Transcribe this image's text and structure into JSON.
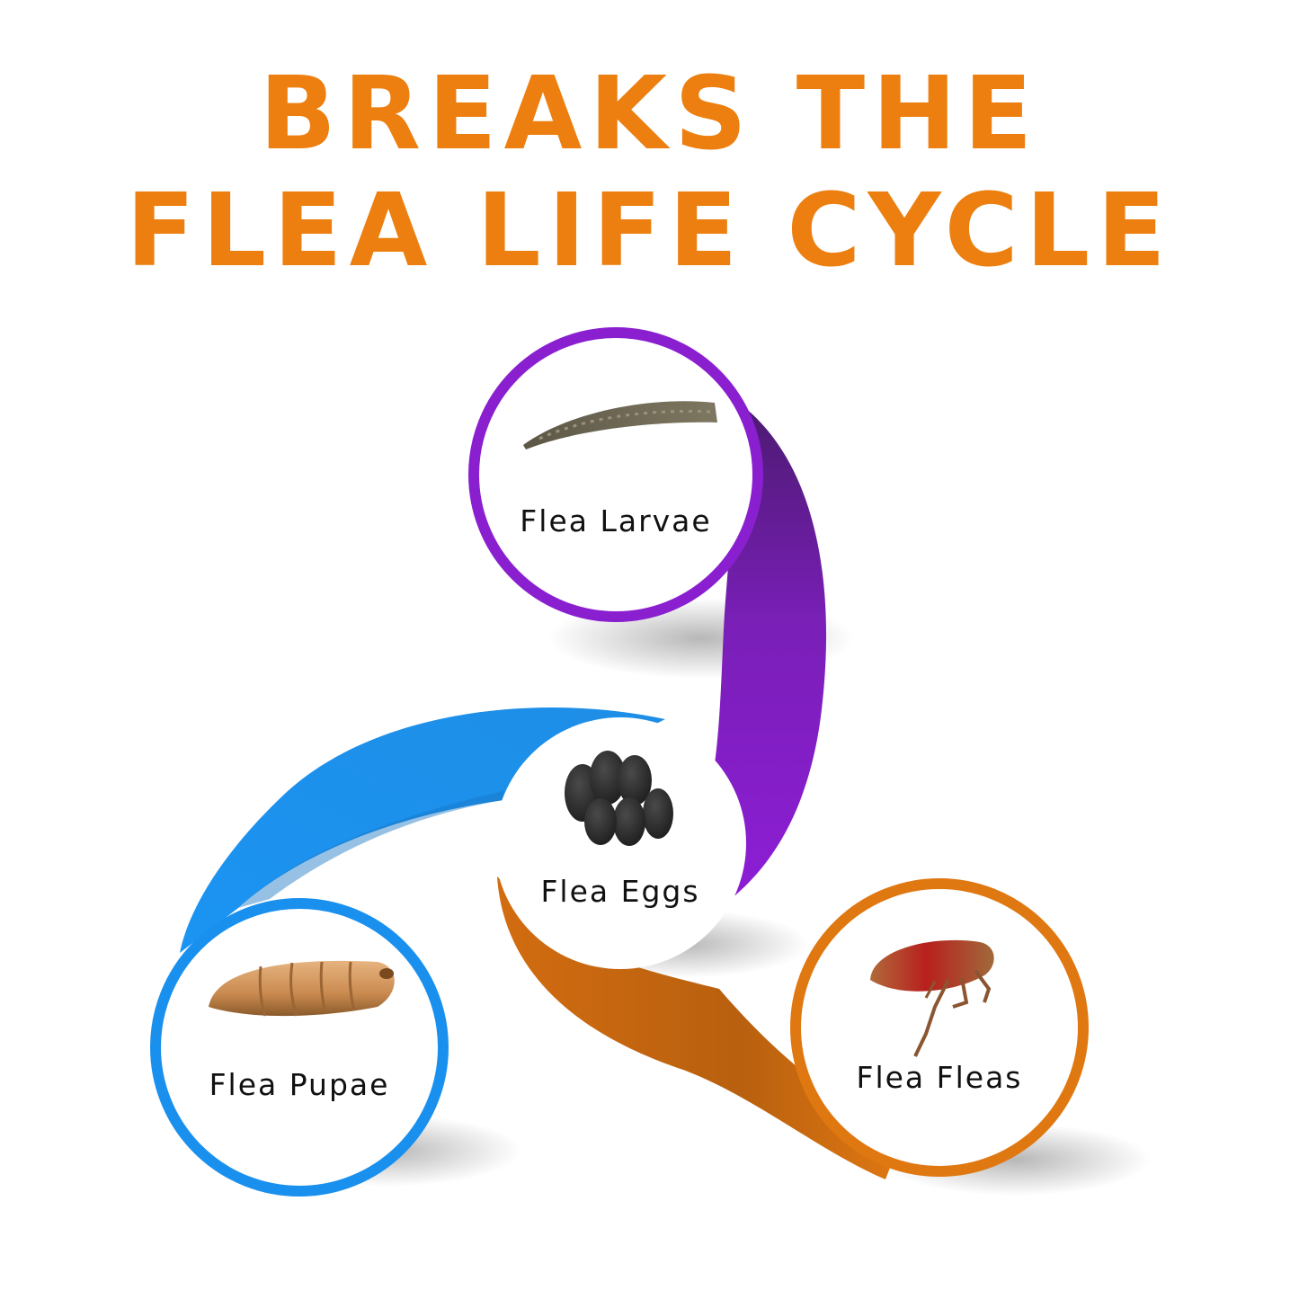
{
  "title": {
    "line1": "BREAKS THE",
    "line2": "FLEA LIFE CYCLE"
  },
  "colors": {
    "title": "#ec7f0f",
    "larvae": "#8a1fd0",
    "pupae": "#1a90ee",
    "adult": "#e07812",
    "center_ring": "#ffffff"
  },
  "stages": {
    "larvae": {
      "label": "Flea Larvae",
      "icon": "larva-icon"
    },
    "eggs": {
      "label": "Flea Eggs",
      "icon": "eggs-icon"
    },
    "pupae": {
      "label": "Flea Pupae",
      "icon": "pupa-icon"
    },
    "adult": {
      "label": "Flea Fleas",
      "icon": "adult-flea-icon"
    }
  }
}
